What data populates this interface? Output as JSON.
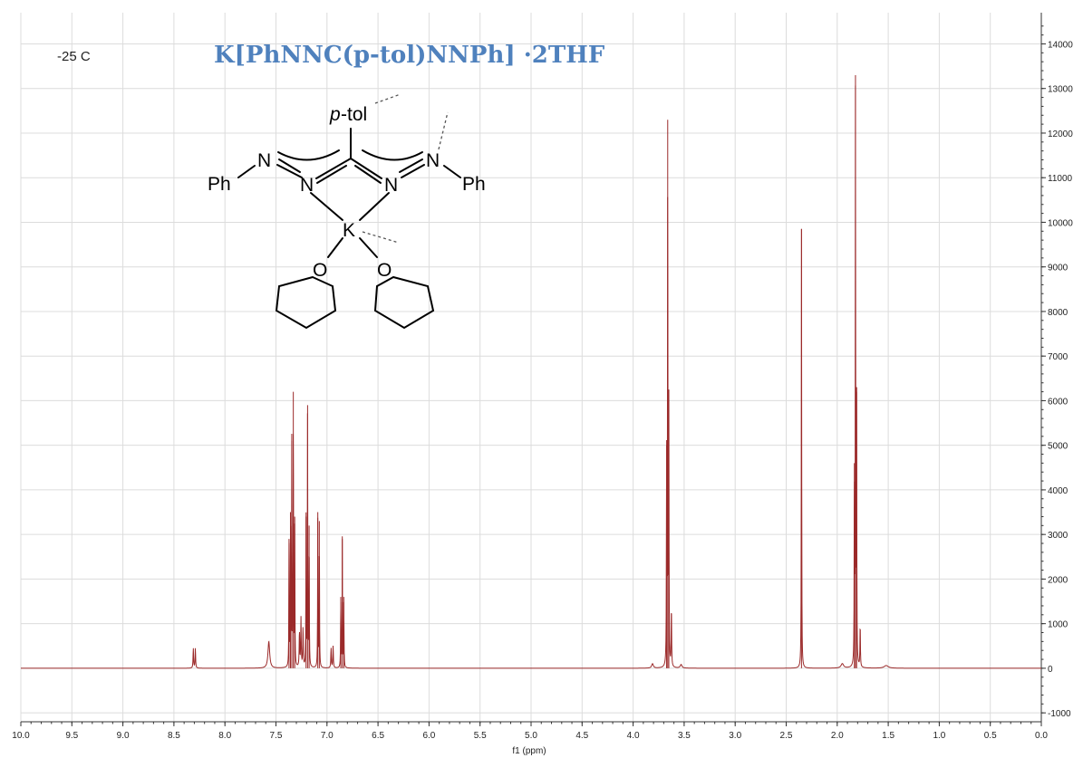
{
  "chart_data": {
    "type": "line",
    "title": "K[PhNNC(p-tol)NNPh] ·2THF",
    "annotation": "-25 C",
    "xlabel": "f1 (ppm)",
    "ylabel": "",
    "xlim": [
      10.0,
      0.0
    ],
    "ylim": [
      -1200,
      14700
    ],
    "x_reversed": true,
    "y_axis_position": "right",
    "grid": true,
    "x_ticks": [
      "10.0",
      "9.5",
      "9.0",
      "8.5",
      "8.0",
      "7.5",
      "7.0",
      "6.5",
      "6.0",
      "5.5",
      "5.0",
      "4.5",
      "4.0",
      "3.5",
      "3.0",
      "2.5",
      "2.0",
      "1.5",
      "1.0",
      "0.5",
      "0.0"
    ],
    "y_ticks": [
      "-1000",
      "0",
      "1000",
      "2000",
      "3000",
      "4000",
      "5000",
      "6000",
      "7000",
      "8000",
      "9000",
      "10000",
      "11000",
      "12000",
      "13000",
      "14000"
    ],
    "series": [
      {
        "color": "#9b2a2a",
        "peaks": [
          {
            "ppm": 8.31,
            "intensity": 450,
            "width": 0.006
          },
          {
            "ppm": 8.29,
            "intensity": 450,
            "width": 0.006
          },
          {
            "ppm": 7.57,
            "intensity": 600,
            "width": 0.02
          },
          {
            "ppm": 7.372,
            "intensity": 2900,
            "width": 0.004
          },
          {
            "ppm": 7.358,
            "intensity": 3500,
            "width": 0.004
          },
          {
            "ppm": 7.345,
            "intensity": 5100,
            "width": 0.004
          },
          {
            "ppm": 7.33,
            "intensity": 6200,
            "width": 0.004
          },
          {
            "ppm": 7.316,
            "intensity": 3400,
            "width": 0.004
          },
          {
            "ppm": 7.27,
            "intensity": 800,
            "width": 0.006
          },
          {
            "ppm": 7.255,
            "intensity": 1100,
            "width": 0.006
          },
          {
            "ppm": 7.235,
            "intensity": 900,
            "width": 0.006
          },
          {
            "ppm": 7.205,
            "intensity": 3400,
            "width": 0.004
          },
          {
            "ppm": 7.19,
            "intensity": 5900,
            "width": 0.004
          },
          {
            "ppm": 7.175,
            "intensity": 3200,
            "width": 0.004
          },
          {
            "ppm": 7.09,
            "intensity": 3500,
            "width": 0.004
          },
          {
            "ppm": 7.075,
            "intensity": 3300,
            "width": 0.004
          },
          {
            "ppm": 6.96,
            "intensity": 450,
            "width": 0.006
          },
          {
            "ppm": 6.94,
            "intensity": 500,
            "width": 0.006
          },
          {
            "ppm": 6.865,
            "intensity": 1600,
            "width": 0.004
          },
          {
            "ppm": 6.85,
            "intensity": 2900,
            "width": 0.004
          },
          {
            "ppm": 6.835,
            "intensity": 1600,
            "width": 0.004
          },
          {
            "ppm": 3.81,
            "intensity": 100,
            "width": 0.02
          },
          {
            "ppm": 3.672,
            "intensity": 5000,
            "width": 0.004
          },
          {
            "ppm": 3.661,
            "intensity": 12300,
            "width": 0.004
          },
          {
            "ppm": 3.65,
            "intensity": 5800,
            "width": 0.004
          },
          {
            "ppm": 3.625,
            "intensity": 1400,
            "width": 0.005
          },
          {
            "ppm": 3.53,
            "intensity": 80,
            "width": 0.02
          },
          {
            "ppm": 2.35,
            "intensity": 9850,
            "width": 0.004
          },
          {
            "ppm": 1.95,
            "intensity": 100,
            "width": 0.03
          },
          {
            "ppm": 1.832,
            "intensity": 4600,
            "width": 0.004
          },
          {
            "ppm": 1.821,
            "intensity": 13300,
            "width": 0.004
          },
          {
            "ppm": 1.81,
            "intensity": 6200,
            "width": 0.004
          },
          {
            "ppm": 1.775,
            "intensity": 1000,
            "width": 0.005
          },
          {
            "ppm": 1.52,
            "intensity": 60,
            "width": 0.05
          }
        ]
      }
    ]
  },
  "structure": {
    "p_italic": "p",
    "tol": "-tol",
    "n_left_upper": "N",
    "n_left_lower": "N",
    "n_right_lower": "N",
    "n_right_upper": "N",
    "ph_left": "Ph",
    "ph_right": "Ph",
    "k": "K",
    "o_left": "O",
    "o_right": "O"
  }
}
